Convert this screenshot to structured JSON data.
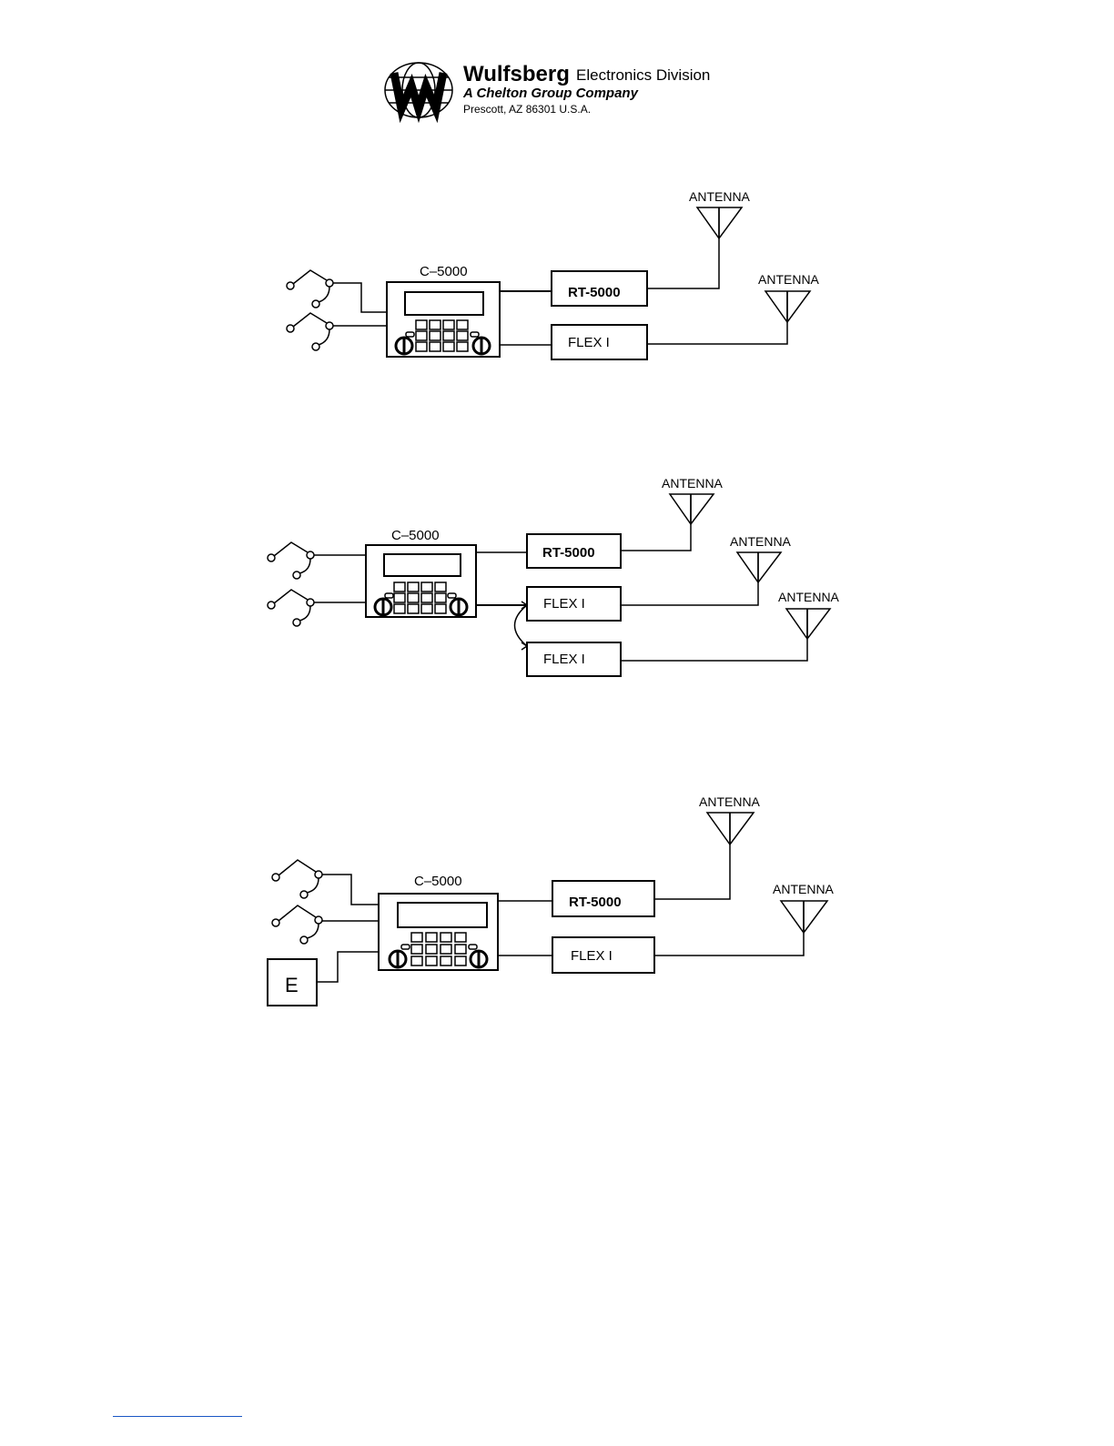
{
  "header": {
    "company_name": "Wulfsberg",
    "division": "Electronics Division",
    "subtitle": "A Chelton Group Company",
    "address": "Prescott, AZ  86301  U.S.A."
  },
  "labels": {
    "controller": "C–5000",
    "transceiver": "RT-5000",
    "flex": "FLEX  I",
    "antenna": "ANTENNA",
    "extra_box": "E"
  },
  "diagrams": [
    {
      "id": 1,
      "antennas": 2,
      "flex_units": 1,
      "extra_box": false
    },
    {
      "id": 2,
      "antennas": 3,
      "flex_units": 2,
      "extra_box": false
    },
    {
      "id": 3,
      "antennas": 2,
      "flex_units": 1,
      "extra_box": true
    }
  ],
  "colors": {
    "ink": "#000000",
    "footnote_rule": "#1a56c4"
  }
}
